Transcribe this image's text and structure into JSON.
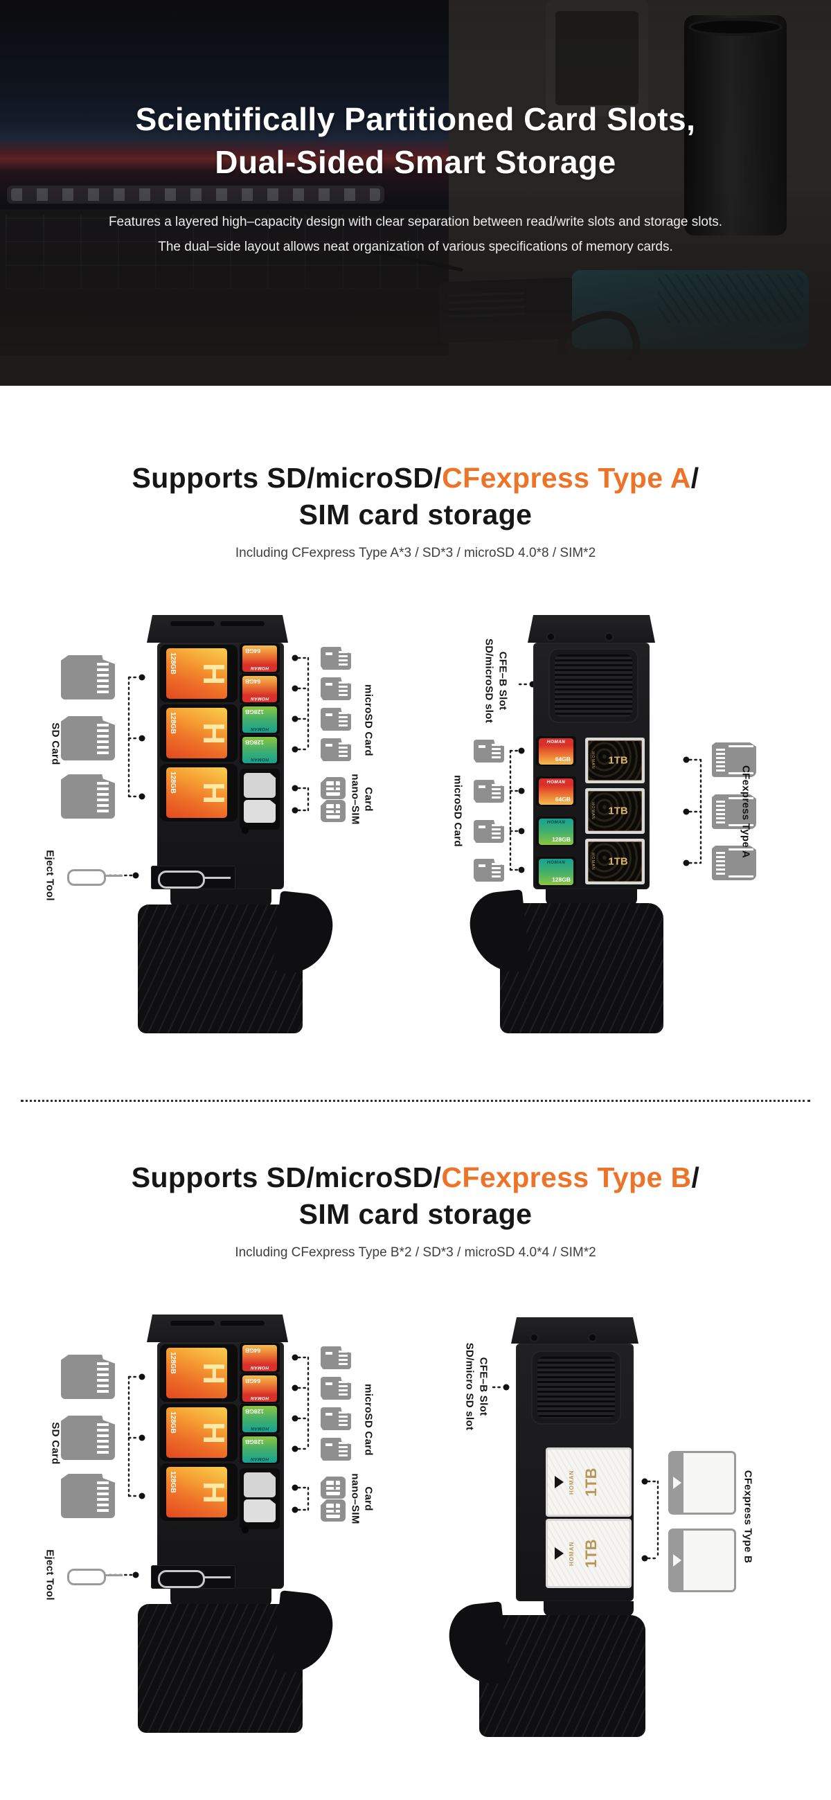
{
  "hero": {
    "title_line1": "Scientifically Partitioned Card Slots,",
    "title_line2": "Dual-Sided Smart Storage",
    "subtitle_line1": "Features a layered high–capacity design with clear separation between read/write slots and storage slots.",
    "subtitle_line2": "The dual–side layout allows neat organization of various specifications of memory cards."
  },
  "section_a": {
    "heading_prefix": "Supports SD/microSD/",
    "heading_accent": "CFexpress Type A",
    "heading_slash": "/",
    "heading_line2": "SIM card storage",
    "subtitle": "Including CFexpress Type A*3 / SD*3 / microSD 4.0*8 / SIM*2",
    "labels": {
      "sd_card": "SD Card",
      "eject_tool": "Eject Tool",
      "microsd_front": "microSD Card",
      "nano_sim_line1": "nano–SIM",
      "nano_sim_line2": "Card",
      "slot_line1": "SD/microSD slot",
      "slot_line2": "CFE–B Slot",
      "microsd_back": "microSD Card",
      "cfexpress": "CFexpress Type A"
    }
  },
  "section_b": {
    "heading_prefix": "Supports SD/microSD/",
    "heading_accent": "CFexpress Type B",
    "heading_slash": "/",
    "heading_line2": "SIM card storage",
    "subtitle": "Including CFexpress Type B*2 / SD*3 / microSD 4.0*4 / SIM*2",
    "labels": {
      "sd_card": "SD Card",
      "eject_tool": "Eject Tool",
      "microsd_front": "microSD Card",
      "nano_sim_line1": "nano–SIM",
      "nano_sim_line2": "Card",
      "slot_line1": "SD/micro SD slot",
      "slot_line2": "CFE–B Slot",
      "cfexpress": "CFexpress Type B"
    }
  },
  "cards": {
    "brand": "HOMAN",
    "brand_initial": "H",
    "sd_capacity": "128GB",
    "microsd_red_capacity": "64GB",
    "microsd_green_capacity": "128GB",
    "cfexpress_capacity": "1TB"
  },
  "colors": {
    "accent": "#ED7329"
  }
}
